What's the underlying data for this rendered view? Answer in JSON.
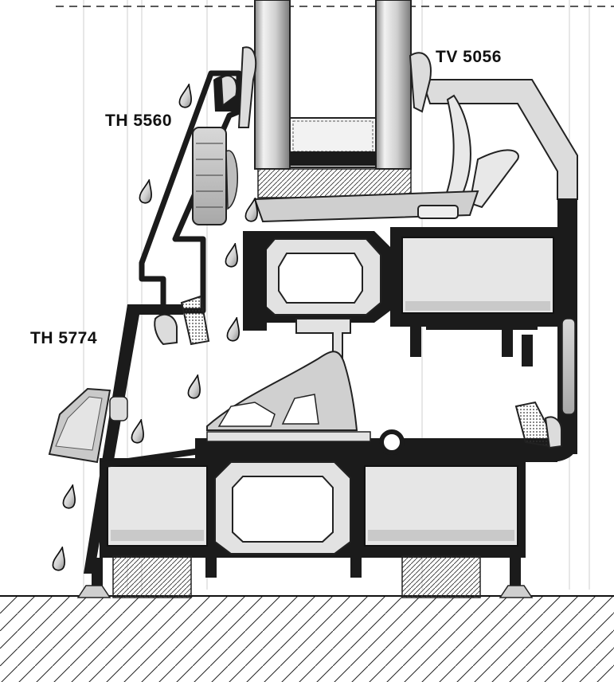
{
  "labels": {
    "tv_5056": "TV 5056",
    "th_5560": "TH 5560",
    "th_5774": "TH 5774"
  },
  "colors": {
    "profile_dark": "#1b1b1b",
    "profile_light": "#e2e2e2",
    "profile_mid": "#bdbdbd",
    "glass_tube": "#d9d9d9",
    "background": "#ffffff"
  }
}
